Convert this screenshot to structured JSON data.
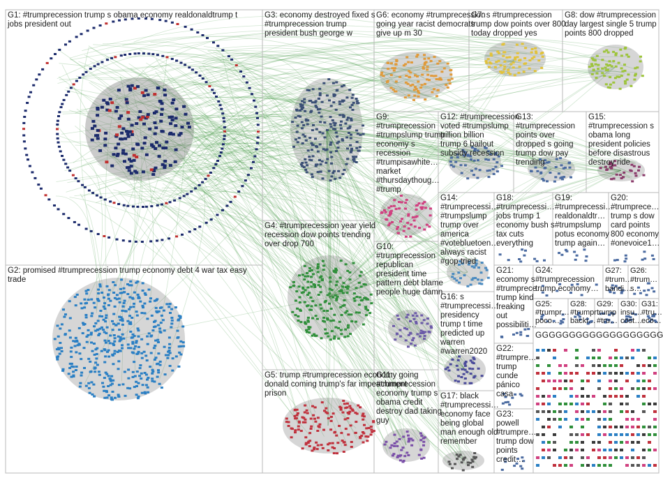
{
  "colors": {
    "edge": "#2e8b2e",
    "G1": "#1b2a6b",
    "G2": "#2a7fc4",
    "G3": "#3a4f75",
    "G4": "#2f8f3a",
    "G5": "#c0303c",
    "G6": "#e09a3a",
    "G7": "#e2c23a",
    "G8": "#9dc43a",
    "G9": "#d04080",
    "G10": "#6b5aa8",
    "G11": "#7a4fa8",
    "G12": "#4a6aa0",
    "G13": "#4a6aa0",
    "G15": "#8a3a6a",
    "G14": "#4a8ac0",
    "G16": "#4a4a9a"
  },
  "groups": [
    {
      "id": "G1",
      "label": "G1: #trumprecession trump s obama economy realdonaldtrump t jobs president out"
    },
    {
      "id": "G2",
      "label": "G2: promised #trumprecession trump economy debt 4 war tax easy trade"
    },
    {
      "id": "G3",
      "label": "G3: economy destroyed fixed s #trumprecession trump president bush george w"
    },
    {
      "id": "G4",
      "label": "G4: #trumprecession year yield recession dow points trending over drop 700"
    },
    {
      "id": "G5",
      "label": "G5: trump #trumprecession economy going donald coming trump's far impeachment prison"
    },
    {
      "id": "G6",
      "label": "G6: economy #trumprecession going year racist democrats give up m 30"
    },
    {
      "id": "G7",
      "label": "G7: s #trumprecession trump dow points over 800 today dropped yes"
    },
    {
      "id": "G8",
      "label": "G8: dow #trumprecession day largest single 5 trump points 800 dropped"
    },
    {
      "id": "G9",
      "label": "G9: #trumprecession #trumpslump trump economy s recession #trumpisawhite… market #thursdaythoug… #trump"
    },
    {
      "id": "G10",
      "label": "G10: #trumprecession republican president time pattern debt blame people huge damn"
    },
    {
      "id": "G11",
      "label": "G11: #trumprecession economy trump s obama credit destroy dad taking guy"
    },
    {
      "id": "G12",
      "label": "G12: #trumprecession voted #trumpslump trillion billion trump 6 bailout subsidy recession"
    },
    {
      "id": "G13",
      "label": "G13: #trumprecession points over dropped s going trump dow pay trending"
    },
    {
      "id": "G14",
      "label": "G14: #trumprecessi… #trumpslump trump over america #votebluetoen… always racist #gop tried"
    },
    {
      "id": "G15",
      "label": "G15: #trumprecession s obama long president policies before disastrous destroy ride"
    },
    {
      "id": "G16",
      "label": "G16: s #trumprecessi… presidency trump t time predicted up warren #warren2020"
    },
    {
      "id": "G17",
      "label": "G17: black #trumprecessi… economy face being global man enough old remember"
    },
    {
      "id": "G18",
      "label": "G18: #trumprecessi… jobs trump 1 economy bush s tax cuts everything"
    },
    {
      "id": "G19",
      "label": "G19: #trumprecessi… realdonaldtr… #trumpslump potus economy trump again…"
    },
    {
      "id": "G20",
      "label": "G20: #trumprece… trump s dow card points 800 economy #onevoice1…"
    },
    {
      "id": "G21",
      "label": "G21: economy s #trumprece… trump kind freaking out possibiliti…"
    },
    {
      "id": "G22",
      "label": "G22: #trumpre… trump cunde pánico casa"
    },
    {
      "id": "G23",
      "label": "G23: powell #trumpre… trump dow points credit…"
    },
    {
      "id": "G24",
      "label": "G24: #trumprecession trump economy…"
    },
    {
      "id": "G25",
      "label": "G25: #trumpr… poco…"
    },
    {
      "id": "G26",
      "label": "G26: #trum… s…"
    },
    {
      "id": "G27",
      "label": "G27: #trum… bandi…"
    },
    {
      "id": "G28",
      "label": "G28: #trumpr… backi…"
    },
    {
      "id": "G29",
      "label": "G29: trump #tru…"
    },
    {
      "id": "G30",
      "label": "G30: insu… cost…"
    },
    {
      "id": "G31",
      "label": "G31: #tru… eco…"
    },
    {
      "id": "small_groups",
      "label": "G G G G G G G G G G G G G G G G G G G G"
    }
  ]
}
